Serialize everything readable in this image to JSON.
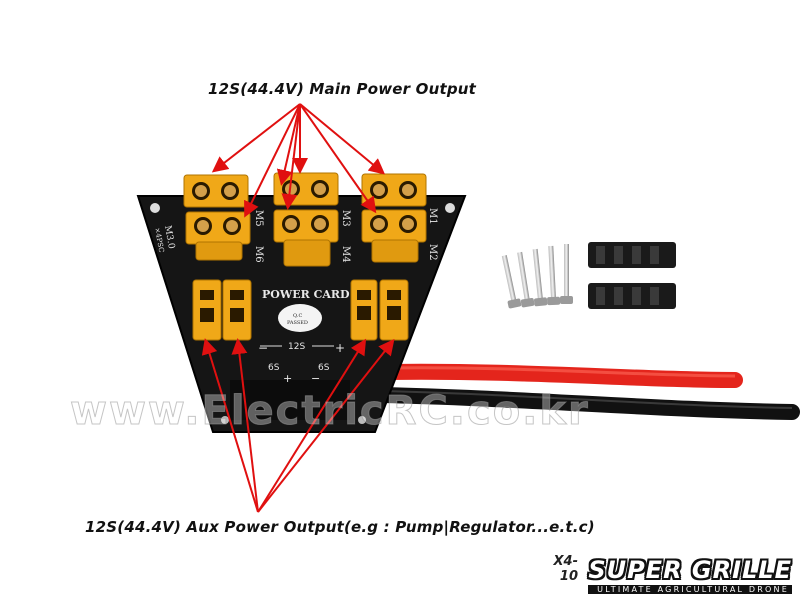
{
  "captions": {
    "main": "12S(44.4V) Main Power Output",
    "aux": "12S(44.4V) Aux Power Output(e.g : Pump|Regulator...e.t.c)"
  },
  "board": {
    "label": "POWER CARD",
    "qc_line1": "Q.C",
    "qc_line2": "PASSED",
    "side_label_line1": "M3.0",
    "side_label_line2": "×4PSC",
    "motor_labels": [
      "M5",
      "M6",
      "M3",
      "M4",
      "M1",
      "M2"
    ],
    "voltage_12s": "12S",
    "voltage_6s_left": "6S",
    "voltage_6s_right": "6S",
    "plus": "+",
    "minus": "−"
  },
  "watermark": "www.ElectricRC.co.kr",
  "brand": {
    "prefix": "X4-10",
    "name": "SUPER GRILLE",
    "tagline": "ULTIMATE AGRICULTURAL DRONE"
  },
  "colors": {
    "board": "#151515",
    "connector": "#f0a818",
    "arrow": "#e01010",
    "red_wire": "#e4251c",
    "black_wire": "#111111"
  }
}
